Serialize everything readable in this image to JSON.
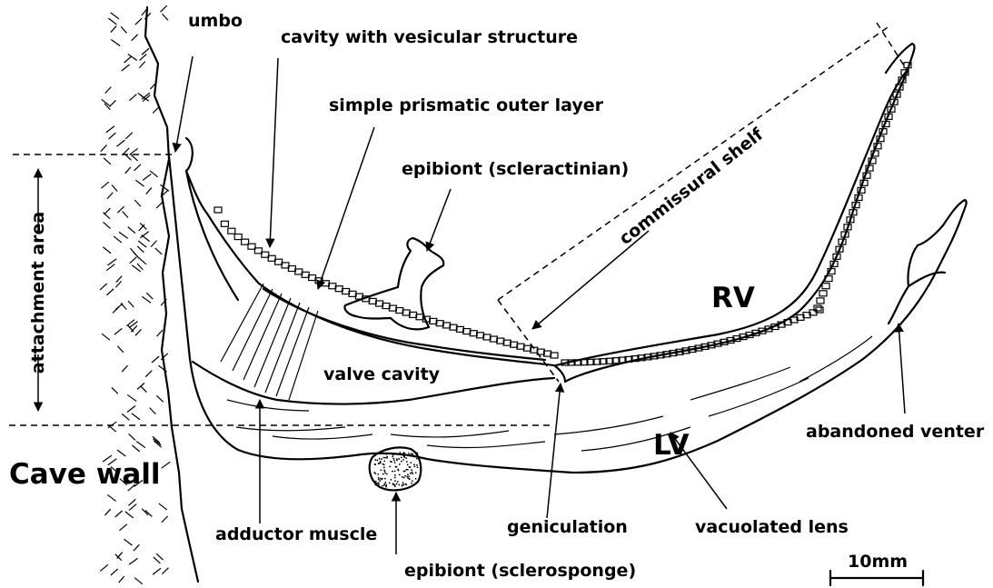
{
  "labels": {
    "umbo": "umbo",
    "cavity_vesicular": "cavity with vesicular structure",
    "simple_prismatic": "simple prismatic outer layer",
    "epibiont_scleractinian": "epibiont (scleractinian)",
    "commissural_shelf": "commissural shelf",
    "attachment_area": "attachment area",
    "rv": "RV",
    "valve_cavity": "valve cavity",
    "abandoned_venter": "abandoned venter",
    "cave_wall": "Cave wall",
    "lv": "LV",
    "geniculation": "geniculation",
    "vacuolated_lens": "vacuolated lens",
    "adductor_muscle": "adductor muscle",
    "epibiont_sclerosponge": "epibiont (sclerosponge)",
    "scale_bar": "10mm"
  },
  "colors": {
    "ink": "#000000",
    "paper": "#ffffff"
  }
}
